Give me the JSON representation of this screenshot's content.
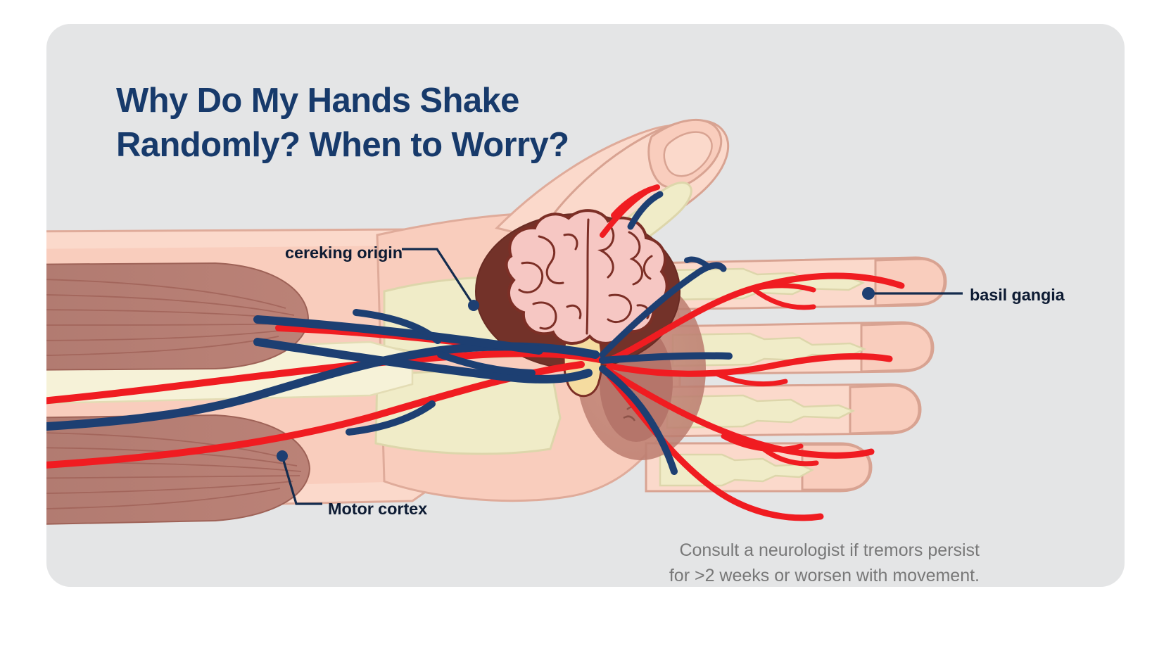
{
  "card": {
    "background_color": "#e4e5e6",
    "frame_color": "#ffffff"
  },
  "title": {
    "text": "Why Do My Hands Shake\nRandomly? When to Worry?",
    "color": "#173a6b"
  },
  "labels": [
    {
      "id": "cerebral",
      "text": "cereking origin",
      "color": "#0d1b33"
    },
    {
      "id": "basil",
      "text": "basil gangia",
      "color": "#0d1b33"
    },
    {
      "id": "motor",
      "text": "Motor cortex",
      "color": "#0d1b33"
    }
  ],
  "disclaimer": {
    "text": "Consult a neurologist if tremors persist\nfor >2 weeks or worsen with movement.",
    "color": "#787878"
  },
  "illustration": {
    "subject": "anatomical-hand-and-forearm-cross-section-with-brain",
    "palette": {
      "skin": "#f9cdbd",
      "skin_light": "#fbd9cb",
      "skin_outline": "#d8a392",
      "bone": "#f0ecc8",
      "bone_outline": "#ddd6ab",
      "muscle": "#bb7d72",
      "muscle_dark": "#a8685e",
      "muscle_stripe": "#9e5f55",
      "artery": "#f01c21",
      "nerve": "#1d3f72",
      "brain": "#f6c7c3",
      "brain_outline": "#7c2f26",
      "brain_cavity": "#733229",
      "brainstem": "#f5dca0",
      "palm_disc": "#c08678",
      "palm_disc_inner": "#b5756a"
    }
  }
}
